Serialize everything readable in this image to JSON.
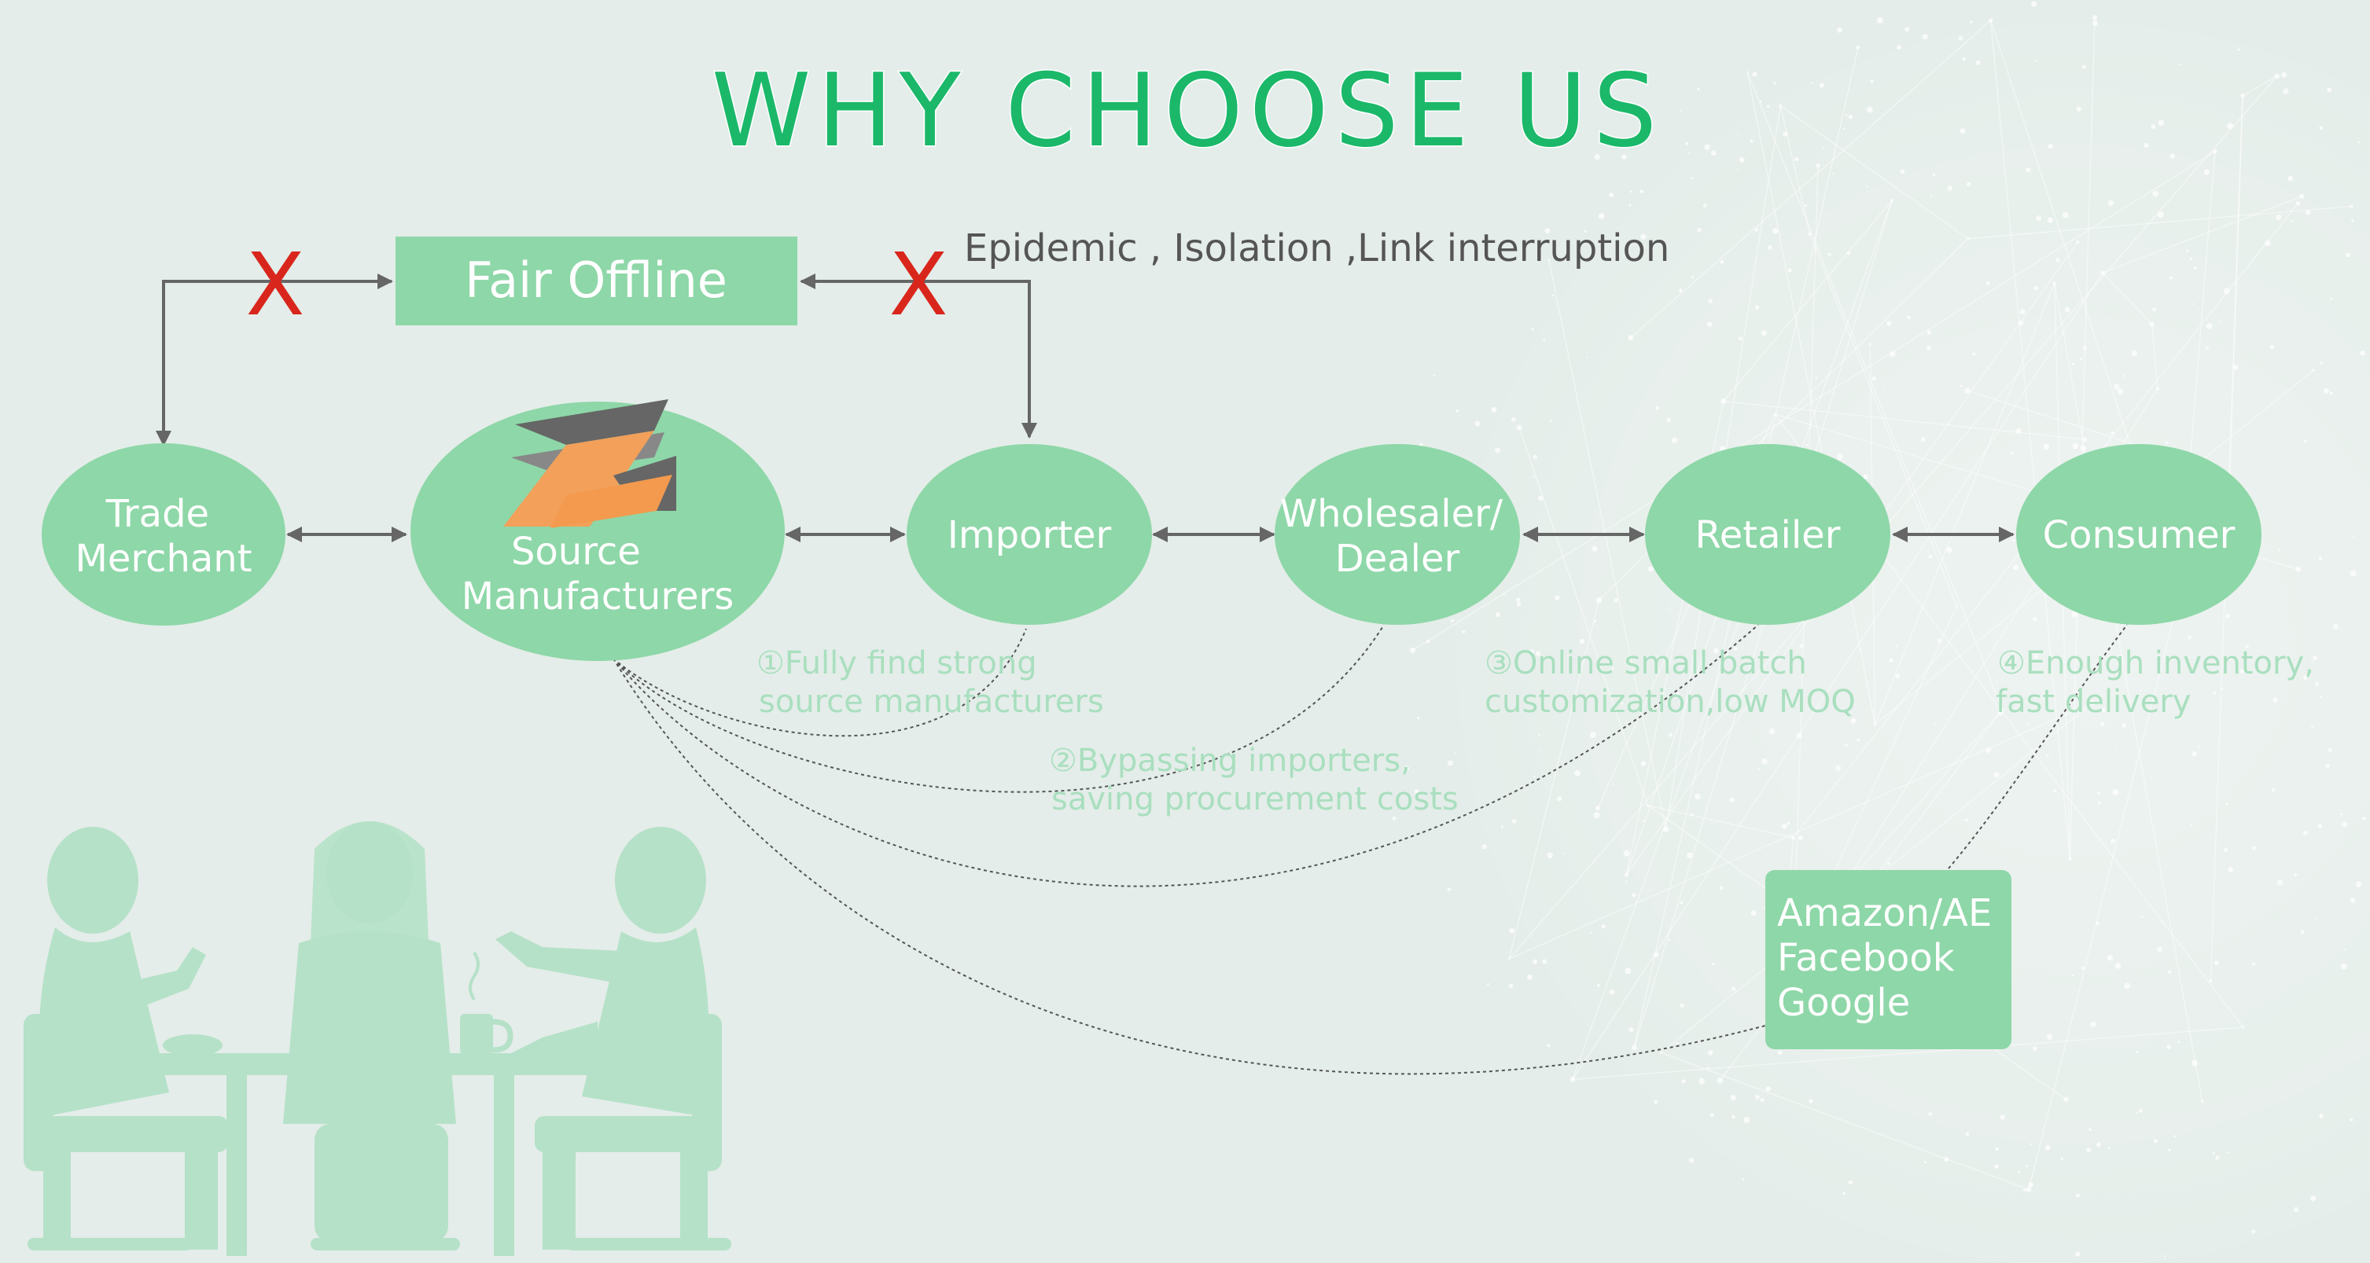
{
  "title": "WHY  CHOOSE  US",
  "fair_offline": "Fair Offline",
  "disruption": "Epidemic , Isolation ,Link interruption",
  "nodes": {
    "trade_merchant": [
      "Trade",
      "Merchant"
    ],
    "source_manufacturers": [
      "Source",
      "Manufacturers"
    ],
    "importer": [
      "Importer"
    ],
    "wholesaler": [
      "Wholesaler/",
      "Dealer"
    ],
    "retailer": [
      "Retailer"
    ],
    "consumer": [
      "Consumer"
    ]
  },
  "platforms": [
    "Amazon/AE",
    "Facebook",
    "Google"
  ],
  "notes": {
    "n1": [
      "①Fully find strong",
      "source manufacturers"
    ],
    "n2": [
      "②Bypassing importers,",
      "saving procurement costs"
    ],
    "n3": [
      "③Online small batch",
      "customization,low MOQ"
    ],
    "n4": [
      "④Enough inventory,",
      "fast delivery"
    ]
  },
  "blocked_mark": "X",
  "colors": {
    "title": "#1bb86a",
    "node_fill": "#8ed7a8",
    "node_text": "#ffffff",
    "arrow": "#666666",
    "blocked": "#d9261c",
    "note": "#a9dfbf",
    "people": "#b5e1c8",
    "background": "#e4ede9"
  }
}
